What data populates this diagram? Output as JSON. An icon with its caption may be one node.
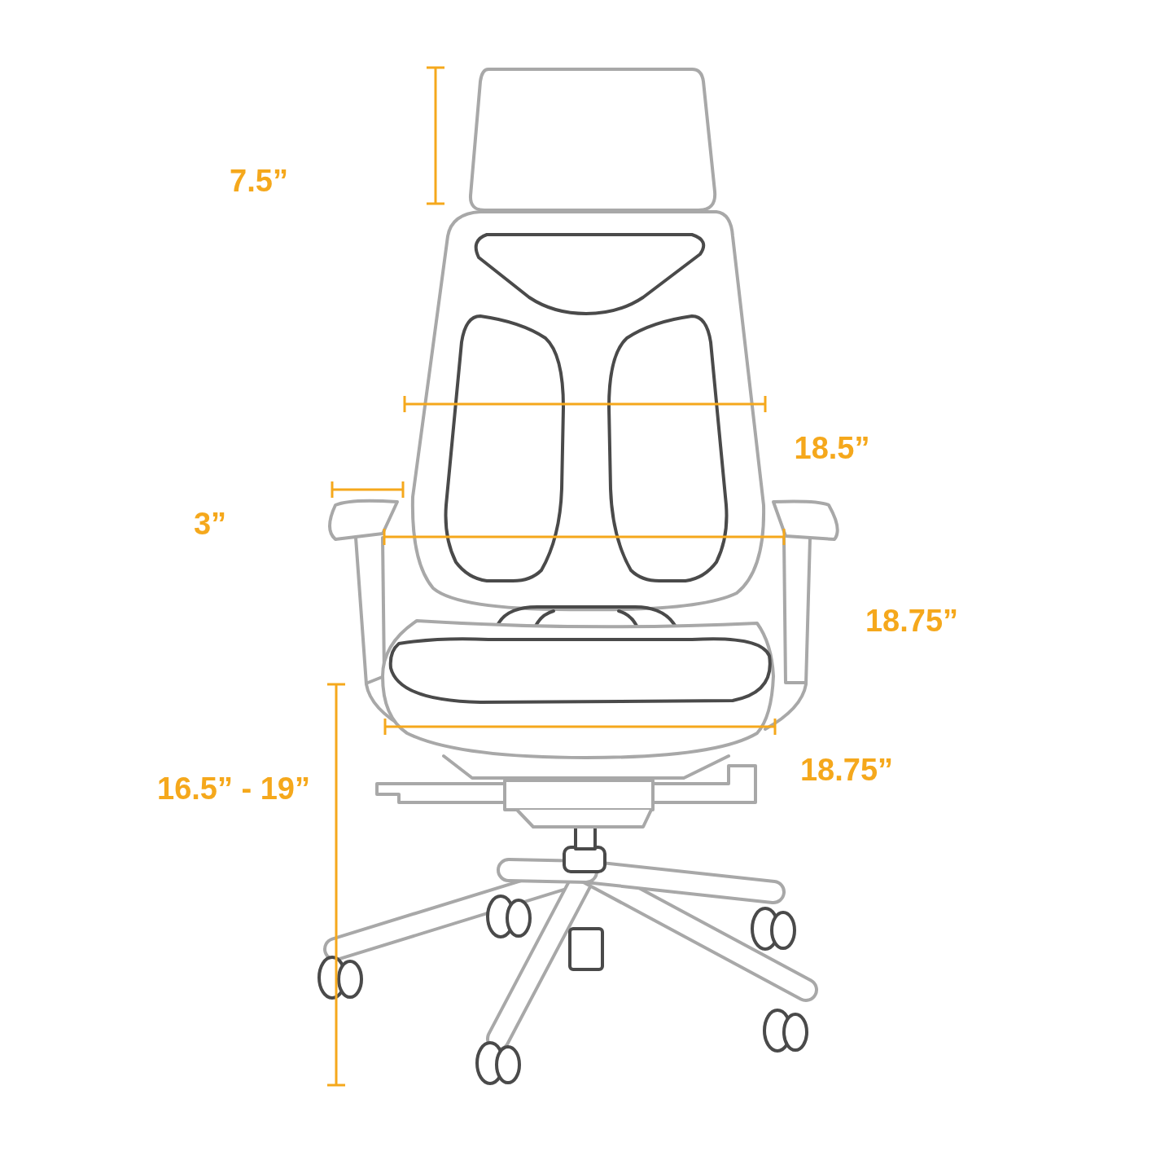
{
  "diagram": {
    "labels": [
      "7.5”",
      "18.5”",
      "3”",
      "18.75”",
      "18.75”",
      "16.5” - 19”"
    ]
  }
}
